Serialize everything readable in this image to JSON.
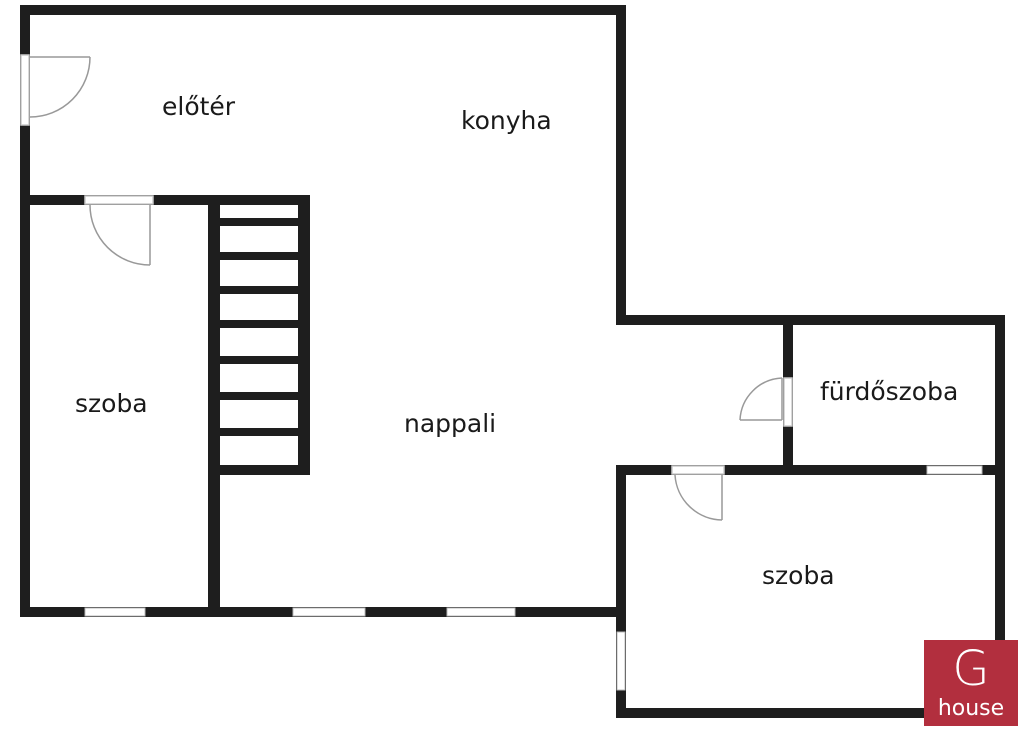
{
  "rooms": {
    "eloter": "előtér",
    "konyha": "konyha",
    "szoba_left": "szoba",
    "nappali": "nappali",
    "furdoszoba": "fürdőszoba",
    "szoba_right": "szoba"
  },
  "logo": {
    "mark": "G",
    "text": "house",
    "color": "#b22f3e"
  },
  "colors": {
    "wall": "#1e1e1e",
    "window": "#bbbbbb",
    "door": "#999999"
  }
}
